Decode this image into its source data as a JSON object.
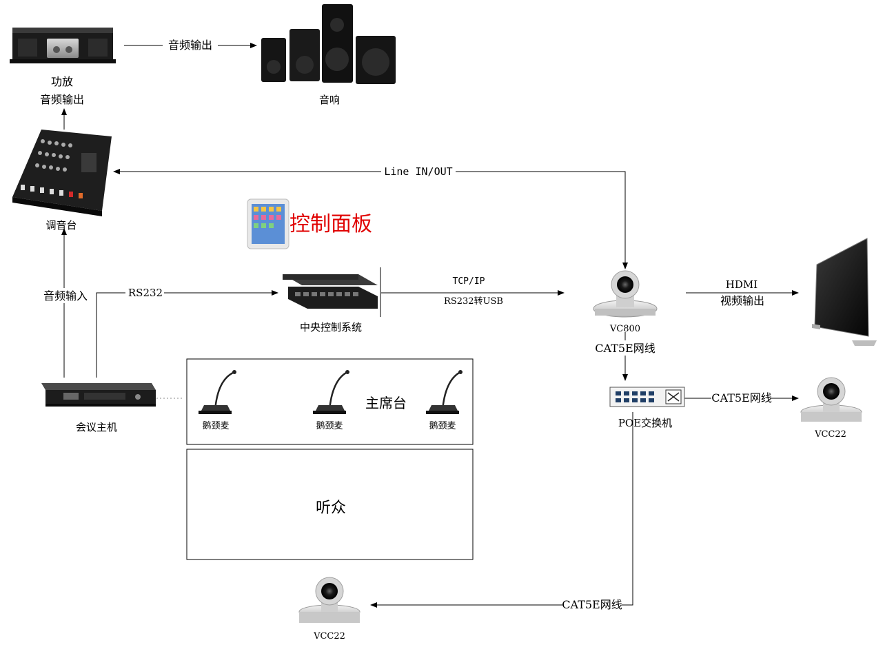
{
  "devices": {
    "amplifier": {
      "label": "功放",
      "sub_label": "音频输出"
    },
    "speakers": {
      "label": "音响"
    },
    "mixer": {
      "label": "调音台"
    },
    "control_panel": {
      "label": "控制面板",
      "color": "#e00000"
    },
    "central_control": {
      "label": "中央控制系统"
    },
    "conference_host": {
      "label": "会议主机"
    },
    "vc800": {
      "label": "VC800"
    },
    "tv": {
      "label": ""
    },
    "poe_switch": {
      "label": "POE交换机"
    },
    "vcc22_right": {
      "label": "VCC22"
    },
    "vcc22_bottom": {
      "label": "VCC22"
    }
  },
  "connections": {
    "amp_to_speaker": "音频输出",
    "mixer_vc800": "Line IN/OUT",
    "host_to_mixer": "音频输入",
    "host_to_central": "RS232",
    "central_to_vc800_top": "TCP/IP",
    "central_to_vc800_bottom": "RS232转USB",
    "vc800_to_tv_top": "HDMI",
    "vc800_to_tv_bottom": "视频输出",
    "vc800_to_switch": "CAT5E网线",
    "switch_to_vcc22_right": "CAT5E网线",
    "switch_to_vcc22_bottom": "CAT5E网线"
  },
  "zones": {
    "chair": {
      "title": "主席台",
      "mics": [
        "鹅颈麦",
        "鹅颈麦",
        "鹅颈麦"
      ]
    },
    "audience": {
      "title": "听众"
    }
  }
}
